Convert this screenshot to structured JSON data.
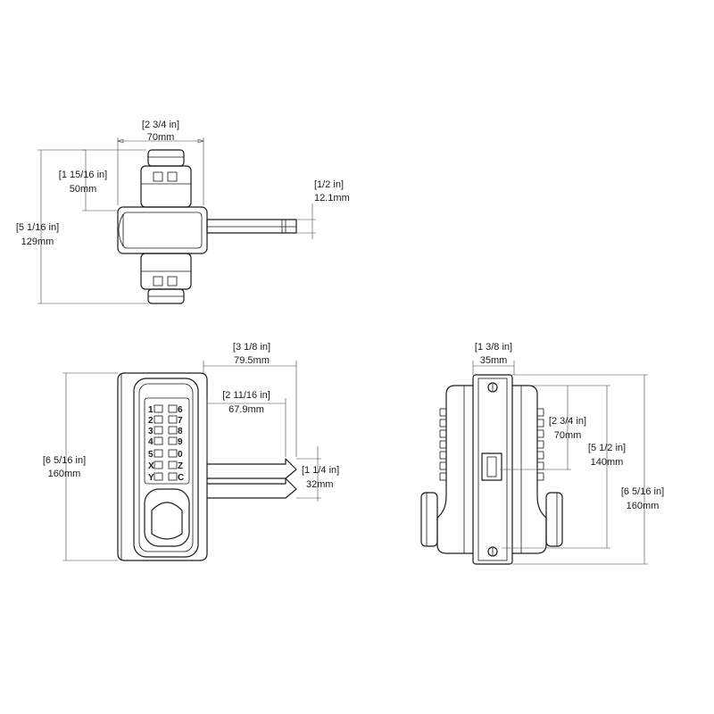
{
  "top_view": {
    "width_in": "[2 3/4 in]",
    "width_mm": "70mm",
    "half_height_in": "[1 15/16 in]",
    "half_height_mm": "50mm",
    "height_in": "[5 1/16 in]",
    "height_mm": "129mm",
    "bolt_in": "[1/2 in]",
    "bolt_mm": "12.1mm"
  },
  "front_view": {
    "reach_in": "[3 1/8 in]",
    "reach_mm": "79.5mm",
    "bolt_len_in": "[2 11/16 in]",
    "bolt_len_mm": "67.9mm",
    "height_in": "[6 5/16 in]",
    "height_mm": "160mm",
    "bolt_h_in": "[1 1/4 in]",
    "bolt_h_mm": "32mm",
    "keys_left": [
      "1",
      "2",
      "3",
      "4",
      "5",
      "X",
      "Y"
    ],
    "keys_right": [
      "6",
      "7",
      "8",
      "9",
      "0",
      "Z",
      "C"
    ]
  },
  "side_view": {
    "width_in": "[1 3/8 in]",
    "width_mm": "35mm",
    "h1_in": "[2 3/4 in]",
    "h1_mm": "70mm",
    "h2_in": "[5 1/2 in]",
    "h2_mm": "140mm",
    "h3_in": "[6 5/16 in]",
    "h3_mm": "160mm"
  }
}
